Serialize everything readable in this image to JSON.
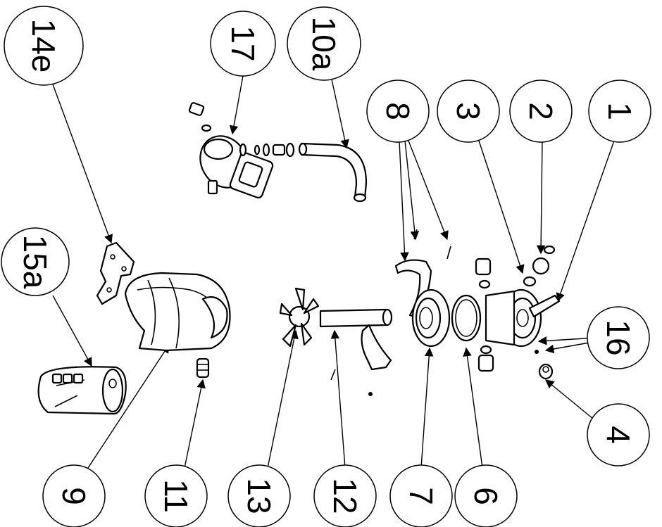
{
  "callouts": [
    {
      "id": "14e",
      "label": "14e"
    },
    {
      "id": "17",
      "label": "17"
    },
    {
      "id": "10a",
      "label": "10a"
    },
    {
      "id": "8",
      "label": "8"
    },
    {
      "id": "3",
      "label": "3"
    },
    {
      "id": "2",
      "label": "2"
    },
    {
      "id": "1",
      "label": "1"
    },
    {
      "id": "15a",
      "label": "15a"
    },
    {
      "id": "16",
      "label": "16"
    },
    {
      "id": "4",
      "label": "4"
    },
    {
      "id": "9",
      "label": "9"
    },
    {
      "id": "11",
      "label": "11"
    },
    {
      "id": "13",
      "label": "13"
    },
    {
      "id": "12",
      "label": "12"
    },
    {
      "id": "7",
      "label": "7"
    },
    {
      "id": "6",
      "label": "6"
    }
  ]
}
